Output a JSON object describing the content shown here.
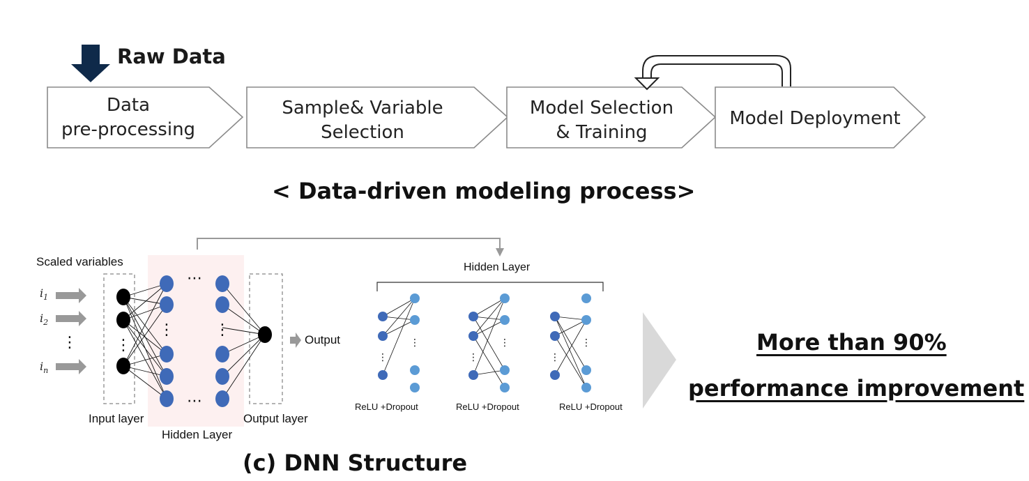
{
  "process": {
    "raw_data_label": "Raw Data",
    "stages": [
      {
        "line1": "Data",
        "line2": "pre-processing"
      },
      {
        "line1": "Sample& Variable",
        "line2": "Selection"
      },
      {
        "line1": "Model Selection",
        "line2": "& Training"
      },
      {
        "line1": "Model Deployment",
        "line2": ""
      }
    ],
    "caption": "< Data-driven modeling process>"
  },
  "dnn": {
    "scaled_variables": "Scaled variables",
    "inputs": [
      "i",
      "i",
      "i"
    ],
    "input_subscripts": [
      "1",
      "2",
      "n"
    ],
    "input_layer_label": "Input layer",
    "hidden_layer_label": "Hidden Layer",
    "output_layer_label": "Output layer",
    "output_label": "Output",
    "detail_hidden_layer_label": "Hidden Layer",
    "blocks": [
      "ReLU +Dropout",
      "ReLU +Dropout",
      "ReLU +Dropout"
    ],
    "caption": "(c) DNN Structure"
  },
  "result": {
    "line1": "More than 90%",
    "line2": "performance improvement"
  },
  "colors": {
    "arrow_dark": "#0f2a4a",
    "node_dark_blue": "#3f6ab8",
    "node_light_blue": "#5b9bd5",
    "hidden_bg": "#fdf0f0",
    "chevron_gray": "#d9d9d9"
  }
}
